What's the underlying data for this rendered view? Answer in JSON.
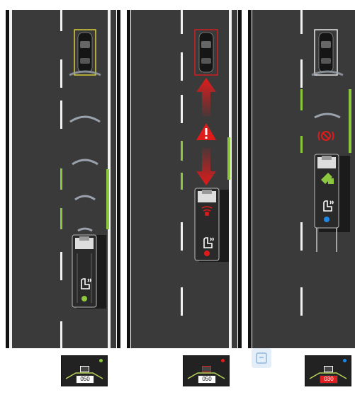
{
  "colors": {
    "road": "#3b3a3a",
    "lane_white": "#f2f2f2",
    "lane_green": "#8dc63f",
    "alert_red": "#e01b1b",
    "indicator_blue": "#1e88e5",
    "car_box_yellow": "#d8cc3a",
    "car_box_red": "#d02020",
    "car_box_white": "#e8e8e8"
  },
  "panels": [
    {
      "scenario": "safe-following",
      "lead_car_box_color": "#d8cc3a",
      "alert": "none",
      "status_dot_color": "#8dc63f",
      "speed_readout": "050",
      "speed_readout_style": "normal",
      "icons": [
        "seat-vibration-icon"
      ]
    },
    {
      "scenario": "collision-warning",
      "lead_car_box_color": "#d02020",
      "alert": "warning-triangle",
      "status_dot_color": "#e01b1b",
      "speed_readout": "050",
      "speed_readout_style": "normal",
      "icons": [
        "warning-triangle-icon",
        "red-arrow-up-icon",
        "red-arrow-down-icon",
        "seat-vibration-icon"
      ]
    },
    {
      "scenario": "emergency-braking",
      "lead_car_box_color": "#e8e8e8",
      "alert": "brake-icon",
      "status_dot_color": "#1e88e5",
      "speed_readout": "030",
      "speed_readout_style": "red",
      "icons": [
        "brake-warning-icon",
        "pedal-icon",
        "seat-vibration-icon"
      ]
    }
  ]
}
